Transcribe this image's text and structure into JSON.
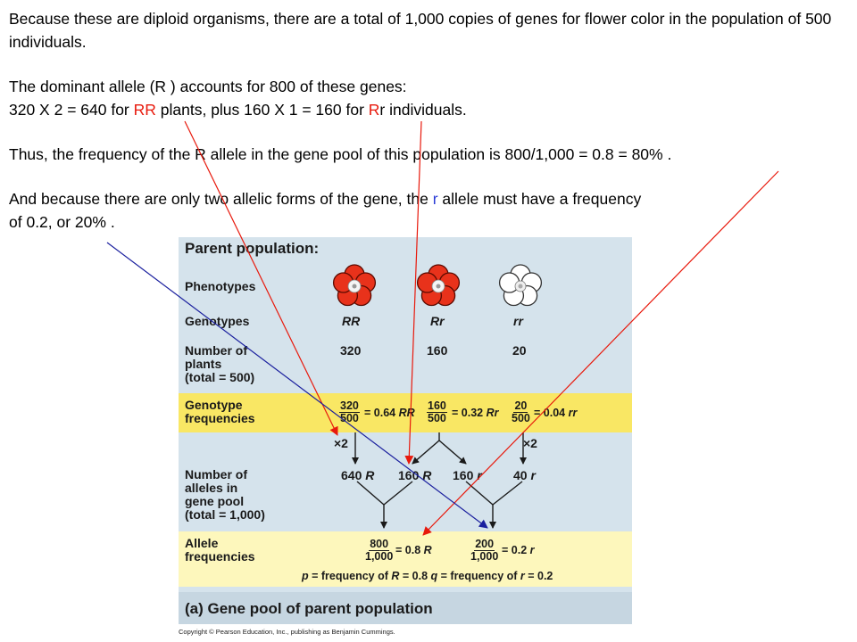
{
  "lecture": {
    "p1": "Because these are diploid organisms, there are a total of 1,000 copies of genes for flower color in the population of 500 individuals.",
    "p2": {
      "line1": "The dominant allele (R ) accounts for 800 of these genes:",
      "seg_a": "320  X  2 = 640 for ",
      "rr_hl": "RR",
      "seg_b": " plants, plus 160  X  1 = 160 for ",
      "r_upper": "R",
      "r_lower": "r",
      "seg_c": " individuals."
    },
    "p3": "Thus, the frequency of the R allele in the gene pool of this population is 800/1,000 = 0.8 = 80% .",
    "p4": {
      "seg_a": "And because there are only two allelic forms of the gene, the ",
      "r_hl": "r",
      "seg_b": " allele must have a frequency",
      "line2": "of 0.2, or 20% ."
    }
  },
  "figure": {
    "heading": "Parent population:",
    "phenotypes_label": "Phenotypes",
    "genotypes_label": "Genotypes",
    "genotypes": [
      "RR",
      "Rr",
      "rr"
    ],
    "plants_label": [
      "Number of",
      "plants",
      "(total = 500)"
    ],
    "plant_counts": [
      "320",
      "160",
      "20"
    ],
    "genofreq_label": [
      "Genotype",
      "frequencies"
    ],
    "genofreq": [
      {
        "num": "320",
        "den": "500",
        "result": "= 0.64 ",
        "geno": "RR"
      },
      {
        "num": "160",
        "den": "500",
        "result": "= 0.32 ",
        "geno": "Rr"
      },
      {
        "num": "20",
        "den": "500",
        "result": "= 0.04 ",
        "geno": "rr"
      }
    ],
    "multipliers": [
      "×2",
      "×2"
    ],
    "alleles_label": [
      "Number of",
      "alleles in",
      "gene pool",
      "(total = 1,000)"
    ],
    "allele_counts": [
      {
        "n": "640 ",
        "a": "R"
      },
      {
        "n": "160 ",
        "a": "R"
      },
      {
        "n": "160 ",
        "a": "r"
      },
      {
        "n": "40 ",
        "a": "r"
      }
    ],
    "allelefreq_label": [
      "Allele",
      "frequencies"
    ],
    "allelefreq": [
      {
        "num": "800",
        "den": "1,000",
        "result": "= 0.8 ",
        "allele": "R"
      },
      {
        "num": "200",
        "den": "1,000",
        "result": "= 0.2 ",
        "allele": "r"
      }
    ],
    "p_line": {
      "p": "p",
      "p_rest": " = frequency of ",
      "R": "R",
      "p_val": " = 0.8  ",
      "q": "q",
      "q_rest": " = frequency of ",
      "r": "r",
      "q_val": " = 0.2"
    },
    "caption": "(a) Gene pool of parent population",
    "copyright": "Copyright © Pearson Education, Inc., publishing as Benjamin Cummings."
  },
  "colors": {
    "red_flower": "#e8321b",
    "white_flower": "#ffffff",
    "red_annotation": "#e8190c",
    "blue_annotation": "#1a1f9e",
    "yellow_band": "#f9e764",
    "pale_band": "#fdf7bc",
    "panel_blue": "#d5e3ec"
  }
}
